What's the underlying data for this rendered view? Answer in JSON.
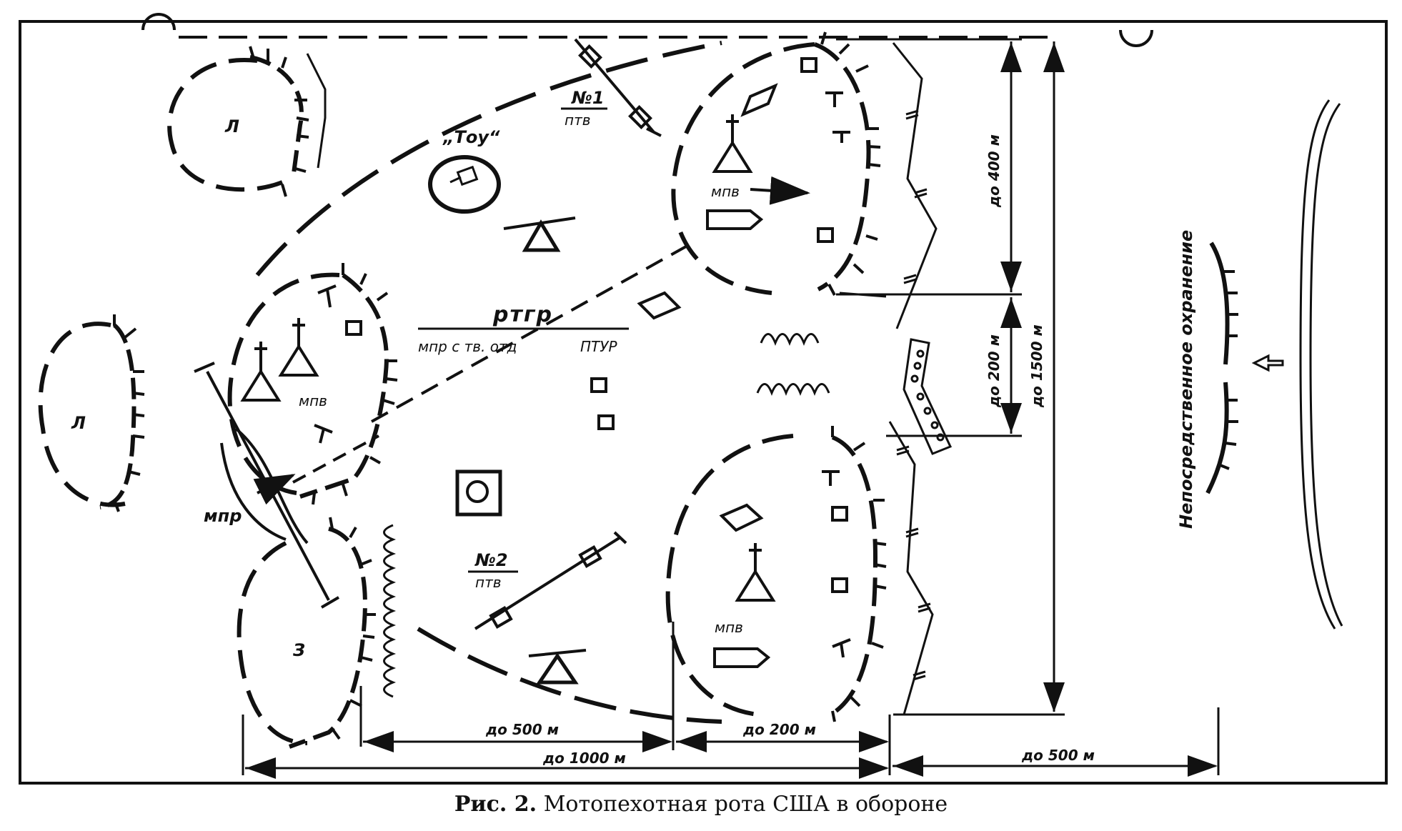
{
  "labels": {
    "l1": "Л",
    "l2": "Л",
    "z": "З",
    "tou": "„Тоу“",
    "n1": "№1",
    "ptv1": "птв",
    "n2": "№2",
    "ptv2": "птв",
    "rtgr": "ртгр",
    "mpr_te": "мпр с тв. отд",
    "ptur": "ПТУР",
    "mpv_left": "мпв",
    "mpv_top": "мпв",
    "mpv_bottom": "мпв",
    "mpr": "мпр",
    "guard": "Непосредственное охранение"
  },
  "dimensions": {
    "d400": "до 400 м",
    "d200v": "до 200 м",
    "d1500": "до 1500 м",
    "d500a": "до 500 м",
    "d200h": "до 200 м",
    "d1000": "до 1000 м",
    "d500b": "до 500 м"
  },
  "caption": {
    "fig": "Рис. 2.",
    "text": "Мотопехотная рота США в обороне"
  }
}
